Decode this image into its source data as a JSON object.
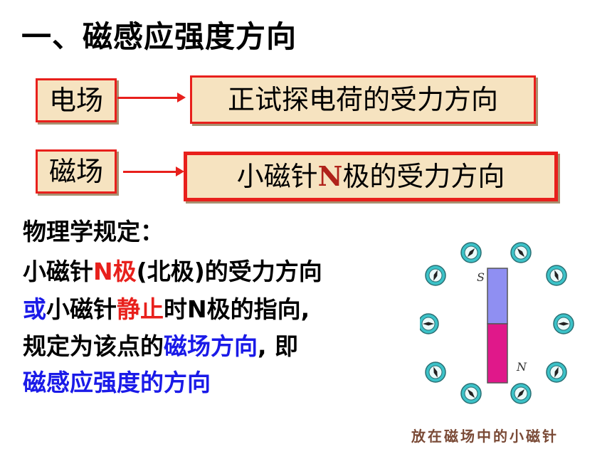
{
  "title": "一、磁感应强度方向",
  "rows": [
    {
      "label": "电场",
      "desc": "正试探电荷的受力方向"
    },
    {
      "label": "磁场",
      "desc_pre": "小磁针",
      "desc_n": "N",
      "desc_post": "极的受力方向"
    }
  ],
  "rule": {
    "heading": "物理学规定：",
    "line1": {
      "a": "小磁针",
      "b": "N极",
      "c": "(北极)的受力方向"
    },
    "line2": {
      "a": "或",
      "b": "小磁针",
      "c": "静止",
      "d": "时N极的指向,"
    },
    "line3": {
      "a": "规定为该点的",
      "b": "磁场方向",
      "c": ", 即"
    },
    "line4": "磁感应强度的方向"
  },
  "figure": {
    "pole_s": "S",
    "pole_n": "N",
    "caption": "放在磁场中的小磁针",
    "colors": {
      "north_half": "#e0188a",
      "south_half": "#8f8ff2",
      "compass": "#3cc2c8"
    }
  }
}
